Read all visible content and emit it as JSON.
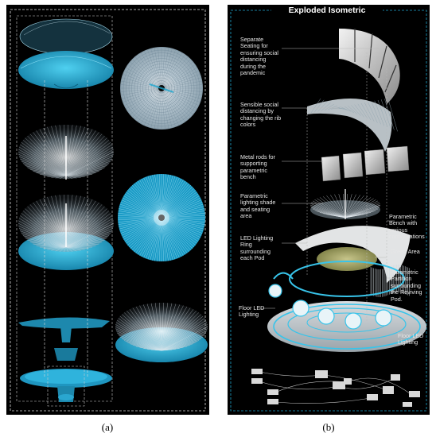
{
  "panel_a": {
    "caption": "(a)"
  },
  "panel_b": {
    "caption": "(b)",
    "title": "Exploded Isometric",
    "labels": {
      "separate_seating": "Separate Seating for ensuring social distancing during the pandemic",
      "sensible_distancing": "Sensible social distancing by changing the rib colors",
      "metal_rods": "Metal rods for supporting parametric bench",
      "lighting_shade": "Parametric lighting shade and seating area",
      "parametric_bench": "Parametric Bench with various configurations",
      "led_ring": "LED Lighting Ring surrounding each Pod",
      "green_area": "Green Area",
      "partition": "Parametric Partition surrounding the Reviving Pod.",
      "floor_led_left": "Floor LED Lighting",
      "floor_led_right": "Floor LED Lighting"
    }
  },
  "colors": {
    "cyan": "#1fa7cf",
    "cyan_light": "#38c4ea",
    "panel_bg": "#000000",
    "rib": "#cfd8de"
  }
}
